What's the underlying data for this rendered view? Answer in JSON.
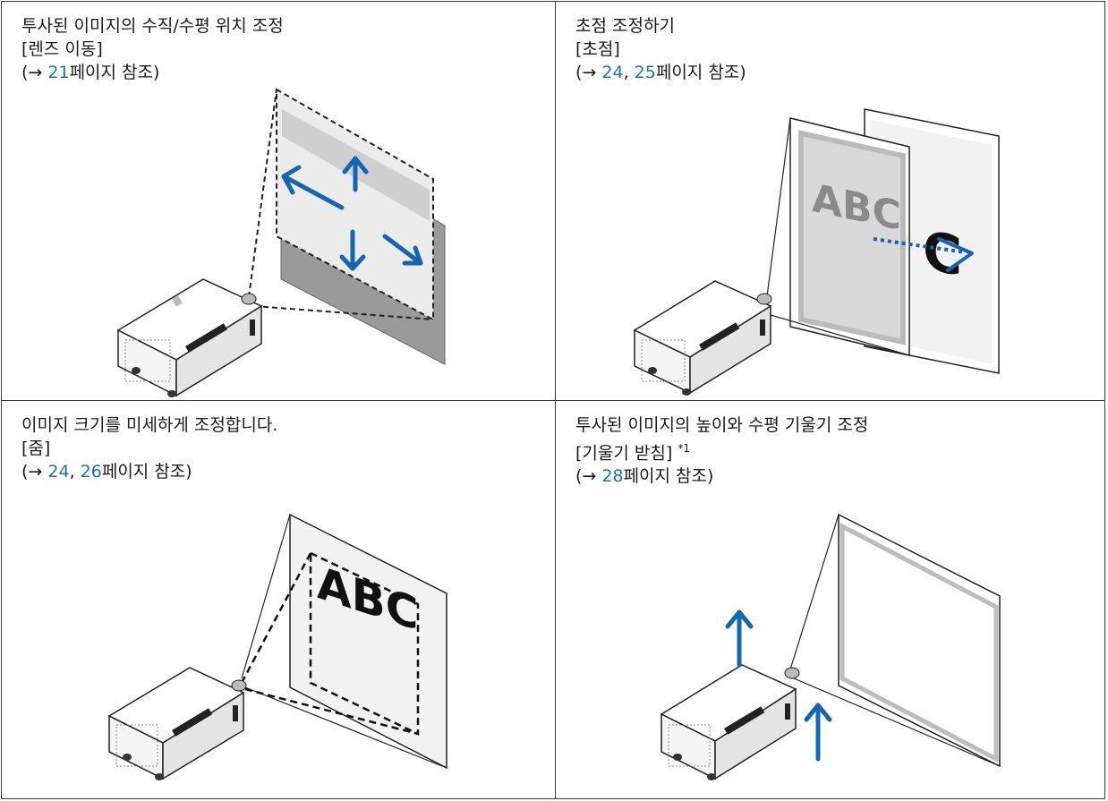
{
  "panels": [
    {
      "title": "투사된 이미지의 수직/수평 위치 조정",
      "feature": "[렌즈 이동]",
      "ref_open": "(→ ",
      "ref_pages": [
        "21"
      ],
      "ref_seps": [],
      "ref_close": "페이지 참조)"
    },
    {
      "title": "초점 조정하기",
      "feature": "[초점]",
      "ref_open": "(→ ",
      "ref_pages": [
        "24",
        "25"
      ],
      "ref_seps": [
        ", "
      ],
      "ref_close": "페이지 참조)"
    },
    {
      "title": "이미지 크기를 미세하게 조정합니다.",
      "feature": "[줌]",
      "ref_open": "(→ ",
      "ref_pages": [
        "24",
        "26"
      ],
      "ref_seps": [
        ", "
      ],
      "ref_close": "페이지 참조)"
    },
    {
      "title": "투사된 이미지의 높이와 수평 기울기 조정",
      "feature": "[기울기 받침]",
      "feature_note": "*1",
      "ref_open": "(→ ",
      "ref_pages": [
        "28"
      ],
      "ref_seps": [],
      "ref_close": "페이지 참조)"
    }
  ],
  "screen_text": "ABC",
  "screen_text_back": "C",
  "colors": {
    "link": "#1f6fb2",
    "arrow": "#1565b0",
    "border": "#3a3a3a"
  }
}
